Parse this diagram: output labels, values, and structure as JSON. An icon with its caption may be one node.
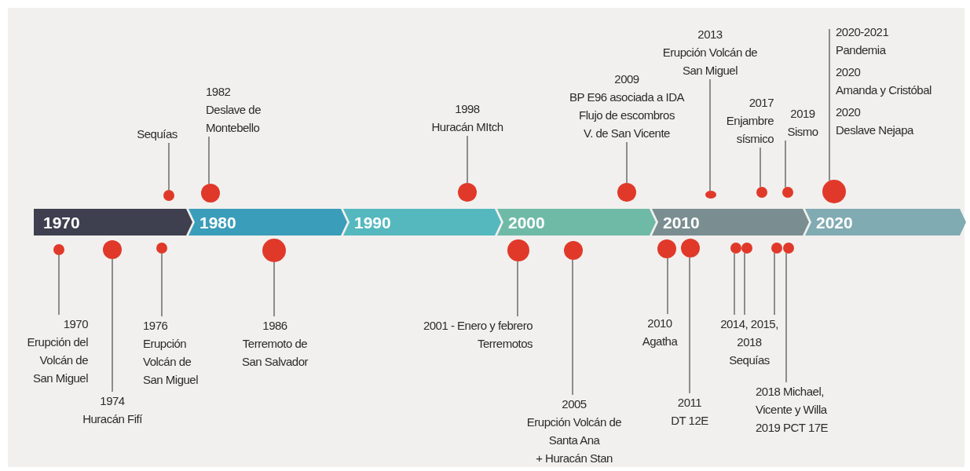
{
  "diagram": {
    "nodes": [
      {
        "text": [
          "1970"
        ]
      },
      {
        "text": [
          "1980"
        ]
      },
      {
        "text": [
          "1990"
        ]
      },
      {
        "text": [
          "2000"
        ]
      },
      {
        "text": [
          "2010"
        ]
      },
      {
        "text": [
          "2020"
        ]
      },
      {
        "text": [
          "Sequías"
        ]
      },
      {
        "text": [],
        "shape": "circle"
      },
      {
        "text": [
          "1982 Deslave de Montebello"
        ]
      },
      {
        "text": [],
        "shape": "circle"
      },
      {
        "text": [
          "1998 Huracán MItch"
        ]
      },
      {
        "text": [],
        "shape": "circle"
      },
      {
        "text": [
          "2009 BP E96 asociada a IDA Flujo de escombros V. de San Vicente"
        ]
      },
      {
        "text": [],
        "shape": "circle"
      },
      {
        "text": [
          "2013 Erupción Volcán de San Miguel"
        ]
      },
      {
        "text": [],
        "shape": "circle"
      },
      {
        "text": [
          "2017 Enjambre sísmico"
        ]
      },
      {
        "text": [],
        "shape": "circle"
      },
      {
        "text": [
          "2019 Sismo"
        ]
      },
      {
        "text": [],
        "shape": "circle"
      },
      {
        "text": [
          "2020-2021 Pandemia",
          "2020 Amanda y Cristóbal",
          "2020 Deslave Nejapa"
        ]
      },
      {
        "text": [],
        "shape": "circle"
      },
      {
        "text": [
          "1970 Erupción del Volcán de San Miguel"
        ]
      },
      {
        "text": [],
        "shape": "circle"
      },
      {
        "text": [
          "1974 Huracán Fifí"
        ]
      },
      {
        "text": [],
        "shape": "circle"
      },
      {
        "text": [
          "1976 Erupción Volcán de San Miguel"
        ]
      },
      {
        "text": [],
        "shape": "circle"
      },
      {
        "text": [
          "1986 Terremoto de San Salvador"
        ]
      },
      {
        "text": [],
        "shape": "circle"
      },
      {
        "text": [
          "2001 - Enero y febrero Terremotos"
        ]
      },
      {
        "text": [],
        "shape": "circle"
      },
      {
        "text": [
          "2005 Erupción Volcán de Santa Ana + Huracán Stan"
        ]
      },
      {
        "text": [],
        "shape": "circle"
      },
      {
        "text": [
          "2010 Agatha"
        ]
      },
      {
        "text": [],
        "shape": "circle"
      },
      {
        "text": [
          "2011 DT 12E"
        ]
      },
      {
        "text": [],
        "shape": "circle"
      },
      {
        "text": [
          "2014, 2015, 2018 Sequías"
        ]
      },
      {
        "text": [],
        "shape": "circle"
      },
      {
        "text": [],
        "shape": "circle"
      },
      {
        "text": [],
        "shape": "circle"
      },
      {
        "text": [
          "2018 Michael, Vicente y Willa 2019 PCT 17E"
        ]
      },
      {
        "text": [],
        "shape": "circle"
      }
    ],
    "edges": [
      {
        "from": 6,
        "to": 7,
        "arrow": "none"
      },
      {
        "from": 8,
        "to": 9,
        "arrow": "none"
      },
      {
        "from": 10,
        "to": 11,
        "arrow": "none"
      },
      {
        "from": 12,
        "to": 13,
        "arrow": "none"
      },
      {
        "from": 14,
        "to": 15,
        "arrow": "none"
      },
      {
        "from": 16,
        "to": 17,
        "arrow": "none"
      },
      {
        "from": 18,
        "to": 19,
        "arrow": "none"
      },
      {
        "from": 20,
        "to": 21,
        "arrow": "none"
      },
      {
        "from": 22,
        "to": 23,
        "arrow": "none"
      },
      {
        "from": 24,
        "to": 25,
        "arrow": "none"
      },
      {
        "from": 26,
        "to": 27,
        "arrow": "none"
      },
      {
        "from": 28,
        "to": 29,
        "arrow": "none"
      },
      {
        "from": 30,
        "to": 31,
        "arrow": "none"
      },
      {
        "from": 32,
        "to": 33,
        "arrow": "none"
      },
      {
        "from": 34,
        "to": 35,
        "arrow": "none"
      },
      {
        "from": 36,
        "to": 37,
        "arrow": "none"
      },
      {
        "from": 38,
        "to": 39,
        "arrow": "none"
      },
      {
        "from": 38,
        "to": 40,
        "arrow": "none"
      },
      {
        "from": 38,
        "to": 41,
        "arrow": "none"
      },
      {
        "from": 42,
        "to": 43,
        "arrow": "none"
      }
    ]
  }
}
